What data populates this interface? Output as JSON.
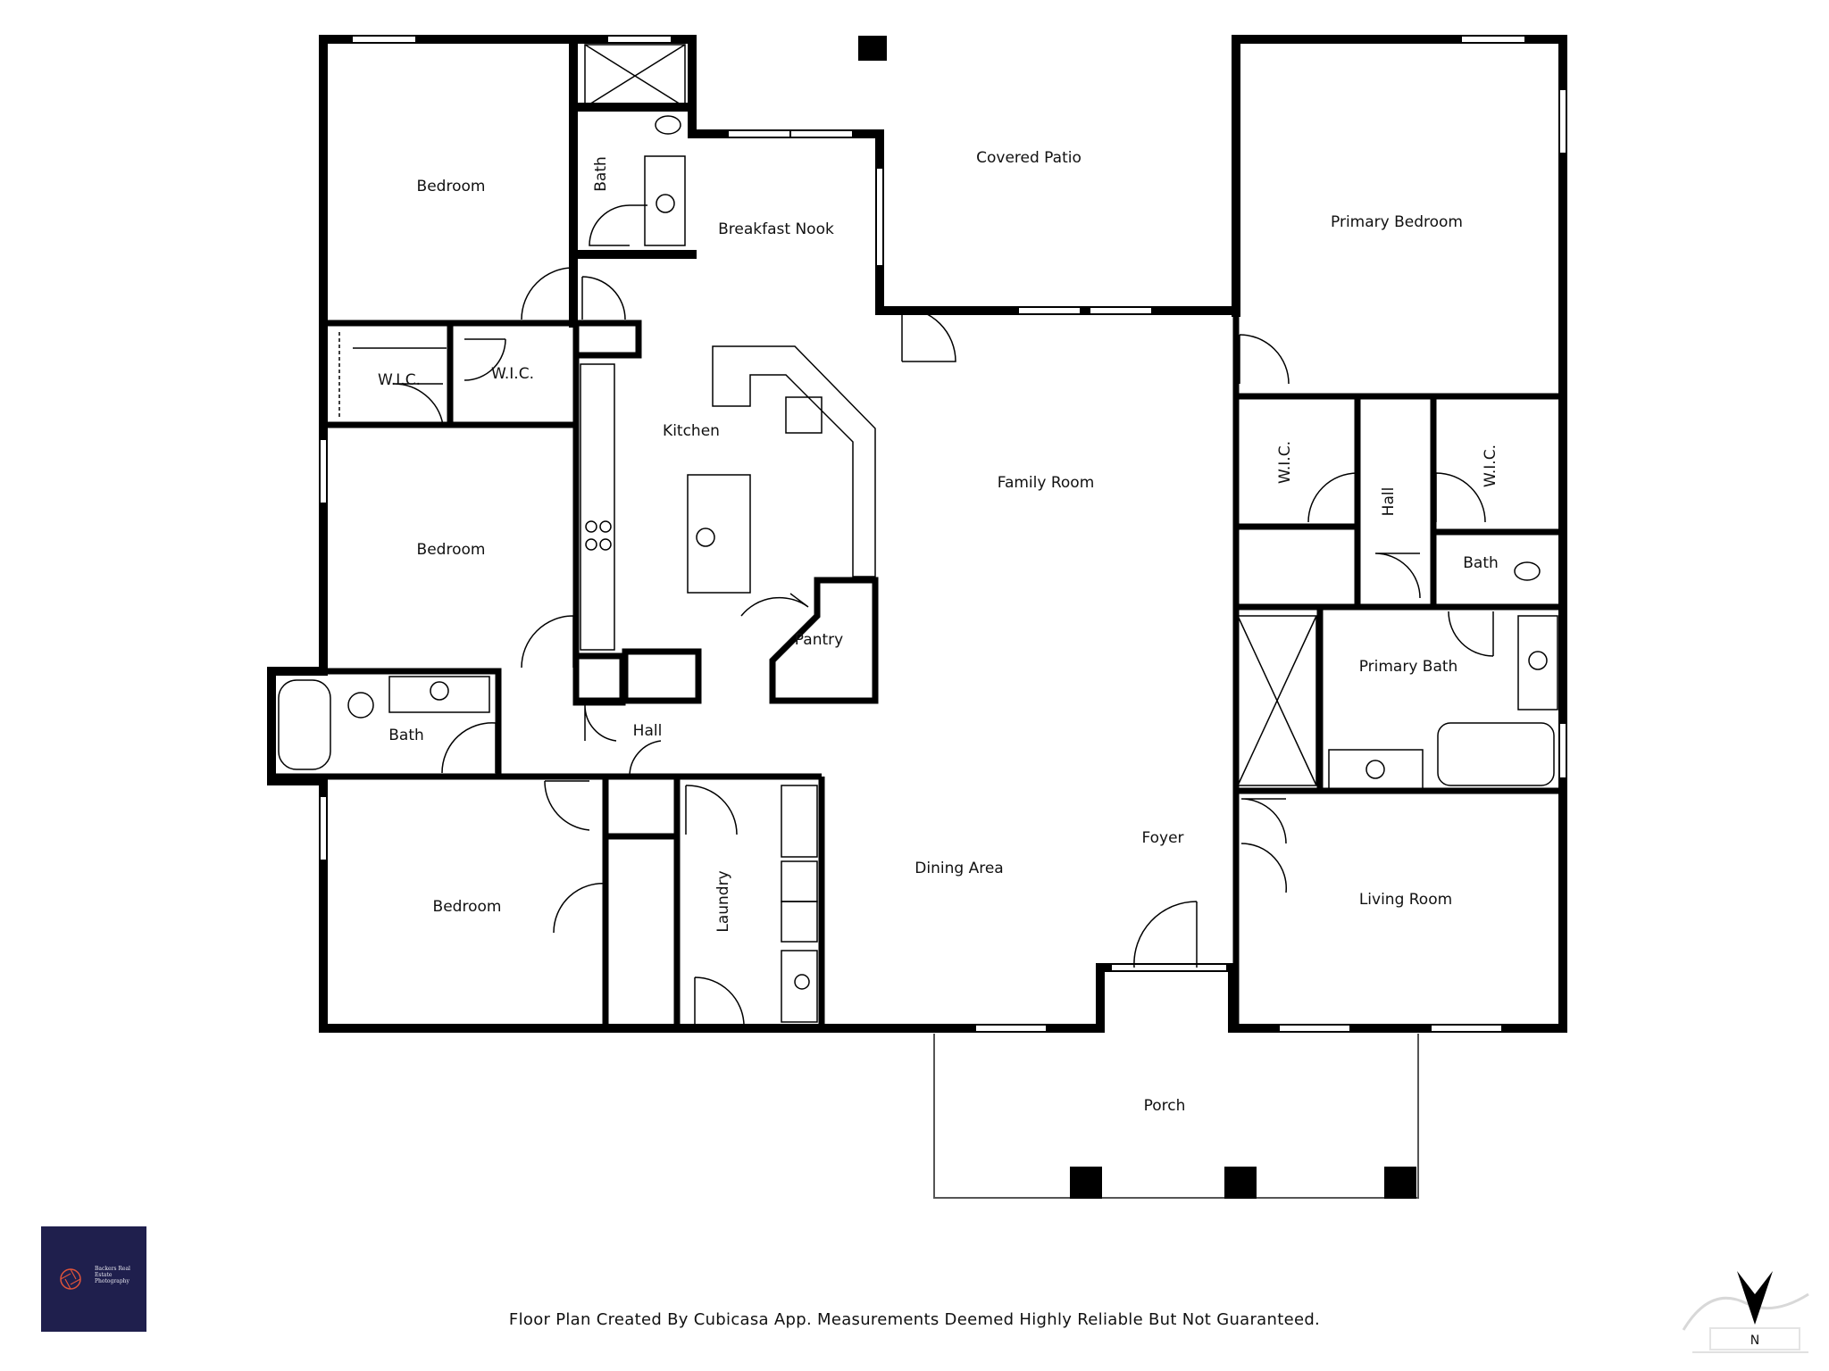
{
  "rooms": {
    "bedroom_nw": "Bedroom",
    "bath_top": "Bath",
    "breakfast_nook": "Breakfast Nook",
    "covered_patio": "Covered Patio",
    "primary_bedroom": "Primary Bedroom",
    "wic_left": "W.I.C.",
    "wic_right": "W.I.C.",
    "kitchen": "Kitchen",
    "family_room": "Family Room",
    "wic_primary_left": "W.I.C.",
    "hall_primary": "Hall",
    "wic_primary_right": "W.I.C.",
    "bedroom_mid": "Bedroom",
    "bath_primary_small": "Bath",
    "pantry": "Pantry",
    "primary_bath": "Primary Bath",
    "bath_west": "Bath",
    "hall_center": "Hall",
    "foyer": "Foyer",
    "dining_area": "Dining Area",
    "living_room": "Living Room",
    "bedroom_sw": "Bedroom",
    "laundry": "Laundry",
    "porch": "Porch"
  },
  "footer": {
    "note": "Floor Plan Created By Cubicasa App. Measurements Deemed Highly Reliable But Not Guaranteed."
  },
  "logo": {
    "text": "Backers Real Estate Photography"
  },
  "compass": {
    "label": "N"
  },
  "colors": {
    "wall": "#000000",
    "background": "#ffffff",
    "logo_bg": "#1f1f4d",
    "logo_accent": "#e0533a"
  }
}
